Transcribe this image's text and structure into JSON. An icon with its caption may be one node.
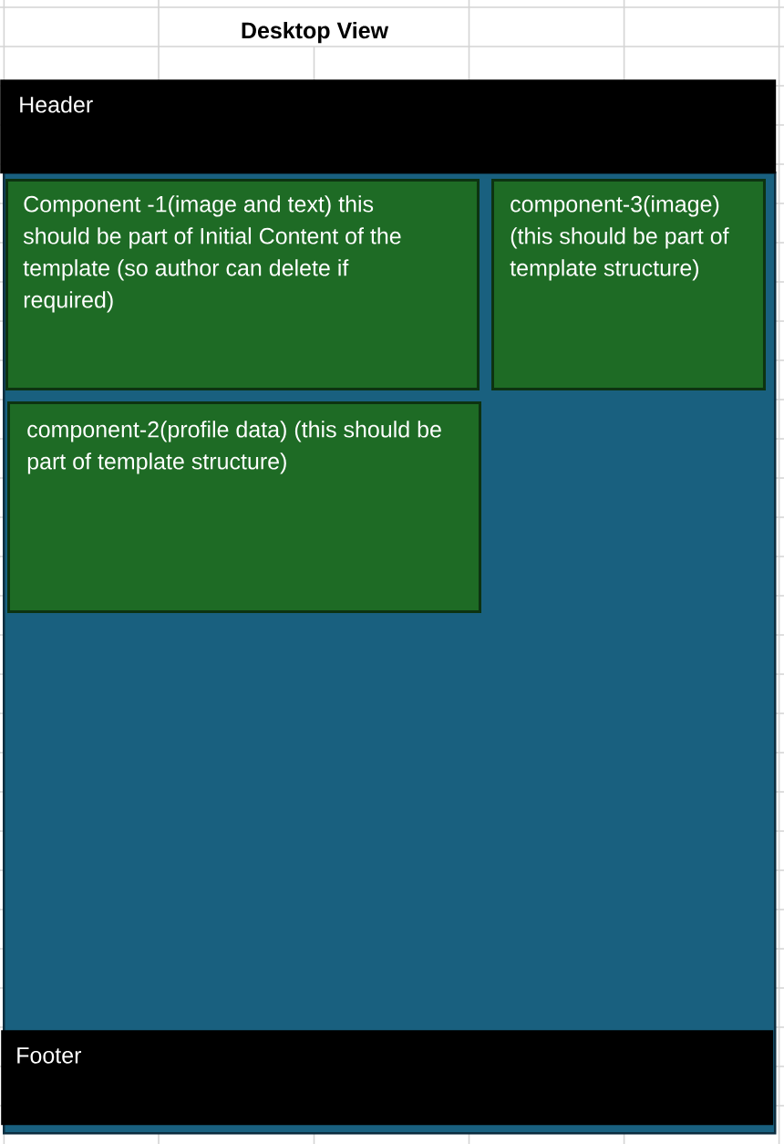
{
  "diagram": {
    "title": "Desktop View",
    "nodes": [
      {
        "text": [
          "Header"
        ]
      },
      {
        "text": [],
        "shape": "box"
      },
      {
        "text": [
          "Component -1(image and text) this should be part of Initial Content of the template (so author can delete if required)"
        ],
        "in": 1
      },
      {
        "text": [
          "component-3(image) (this should be part of template structure)"
        ],
        "in": 1
      },
      {
        "text": [
          "component-2(profile data) (this should be part of template structure)"
        ],
        "in": 1
      },
      {
        "text": [
          "Footer"
        ],
        "in": 1
      }
    ]
  }
}
